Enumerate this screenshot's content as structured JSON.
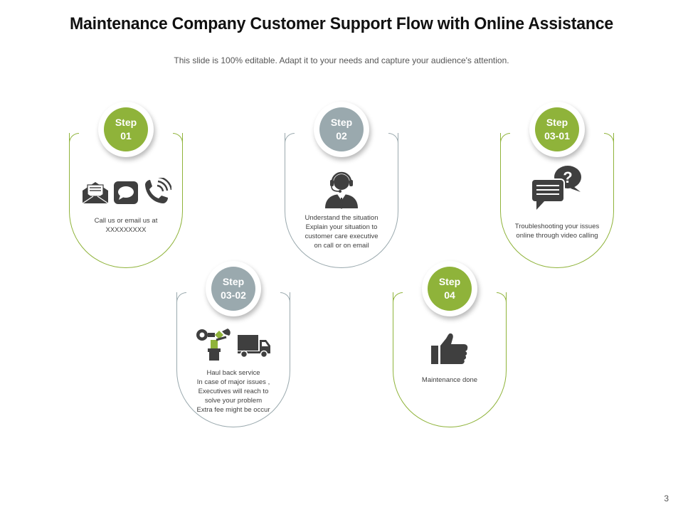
{
  "title": "Maintenance Company Customer Support Flow with Online Assistance",
  "subtitle": "This slide is 100% editable. Adapt it to your needs and capture your audience's attention.",
  "page_number": "3",
  "colors": {
    "green": "#8fb33a",
    "gray": "#9aa9ae",
    "icon": "#3f3f3f"
  },
  "steps": [
    {
      "badge_line1": "Step",
      "badge_line2": "01",
      "color": "green",
      "icons": [
        "envelope-icon",
        "chat-bubble-icon",
        "phone-icon"
      ],
      "desc": [
        "Call us or email  us at",
        "XXXXXXXXX"
      ]
    },
    {
      "badge_line1": "Step",
      "badge_line2": "02",
      "color": "gray",
      "icons": [
        "customer-support-agent-icon"
      ],
      "desc": [
        "Understand the situation",
        "Explain  your situation to",
        "customer care executive",
        "on call or on email"
      ]
    },
    {
      "badge_line1": "Step",
      "badge_line2": "03-01",
      "color": "green",
      "icons": [
        "question-chat-icon"
      ],
      "desc": [
        "Troubleshooting your issues",
        "online through video calling"
      ]
    },
    {
      "badge_line1": "Step",
      "badge_line2": "03-02",
      "color": "gray",
      "icons": [
        "repair-tools-icon",
        "truck-icon"
      ],
      "desc": [
        "Haul back service",
        "In  case of major issues ,",
        "Executives will reach to",
        "solve your problem",
        "Extra fee might be occur"
      ]
    },
    {
      "badge_line1": "Step",
      "badge_line2": "04",
      "color": "green",
      "icons": [
        "thumbs-up-icon"
      ],
      "desc": [
        "Maintenance done"
      ]
    }
  ]
}
